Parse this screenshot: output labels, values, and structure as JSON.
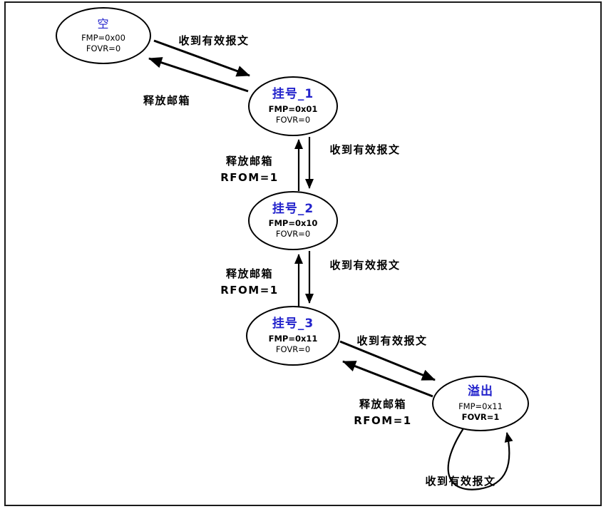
{
  "colors": {
    "state_title_blue": "#2323cc",
    "line_black": "#000000",
    "background": "#ffffff"
  },
  "states": [
    {
      "id": "empty",
      "title": "空",
      "line1": "FMP=0x00",
      "line2": "FOVR=0"
    },
    {
      "id": "pending1",
      "title": "挂号_1",
      "line1": "FMP=0x01",
      "line2": "FOVR=0"
    },
    {
      "id": "pending2",
      "title": "挂号_2",
      "line1": "FMP=0x10",
      "line2": "FOVR=0"
    },
    {
      "id": "pending3",
      "title": "挂号_3",
      "line1": "FMP=0x11",
      "line2": "FOVR=0"
    },
    {
      "id": "overrun",
      "title": "溢出",
      "line1": "FMP=0x11",
      "line2": "FOVR=1"
    }
  ],
  "transitions": {
    "empty_to_p1": "收到有效报文",
    "p1_to_empty": "释放邮箱",
    "p1_to_p2": "收到有效报文",
    "p2_to_p1_line1": "释放邮箱",
    "p2_to_p1_line2": "RFOM=1",
    "p2_to_p3": "收到有效报文",
    "p3_to_p2_line1": "释放邮箱",
    "p3_to_p2_line2": "RFOM=1",
    "p3_to_overrun": "收到有效报文",
    "overrun_to_p3_line1": "释放邮箱",
    "overrun_to_p3_line2": "RFOM=1",
    "overrun_self_loop": "收到有效报文"
  }
}
